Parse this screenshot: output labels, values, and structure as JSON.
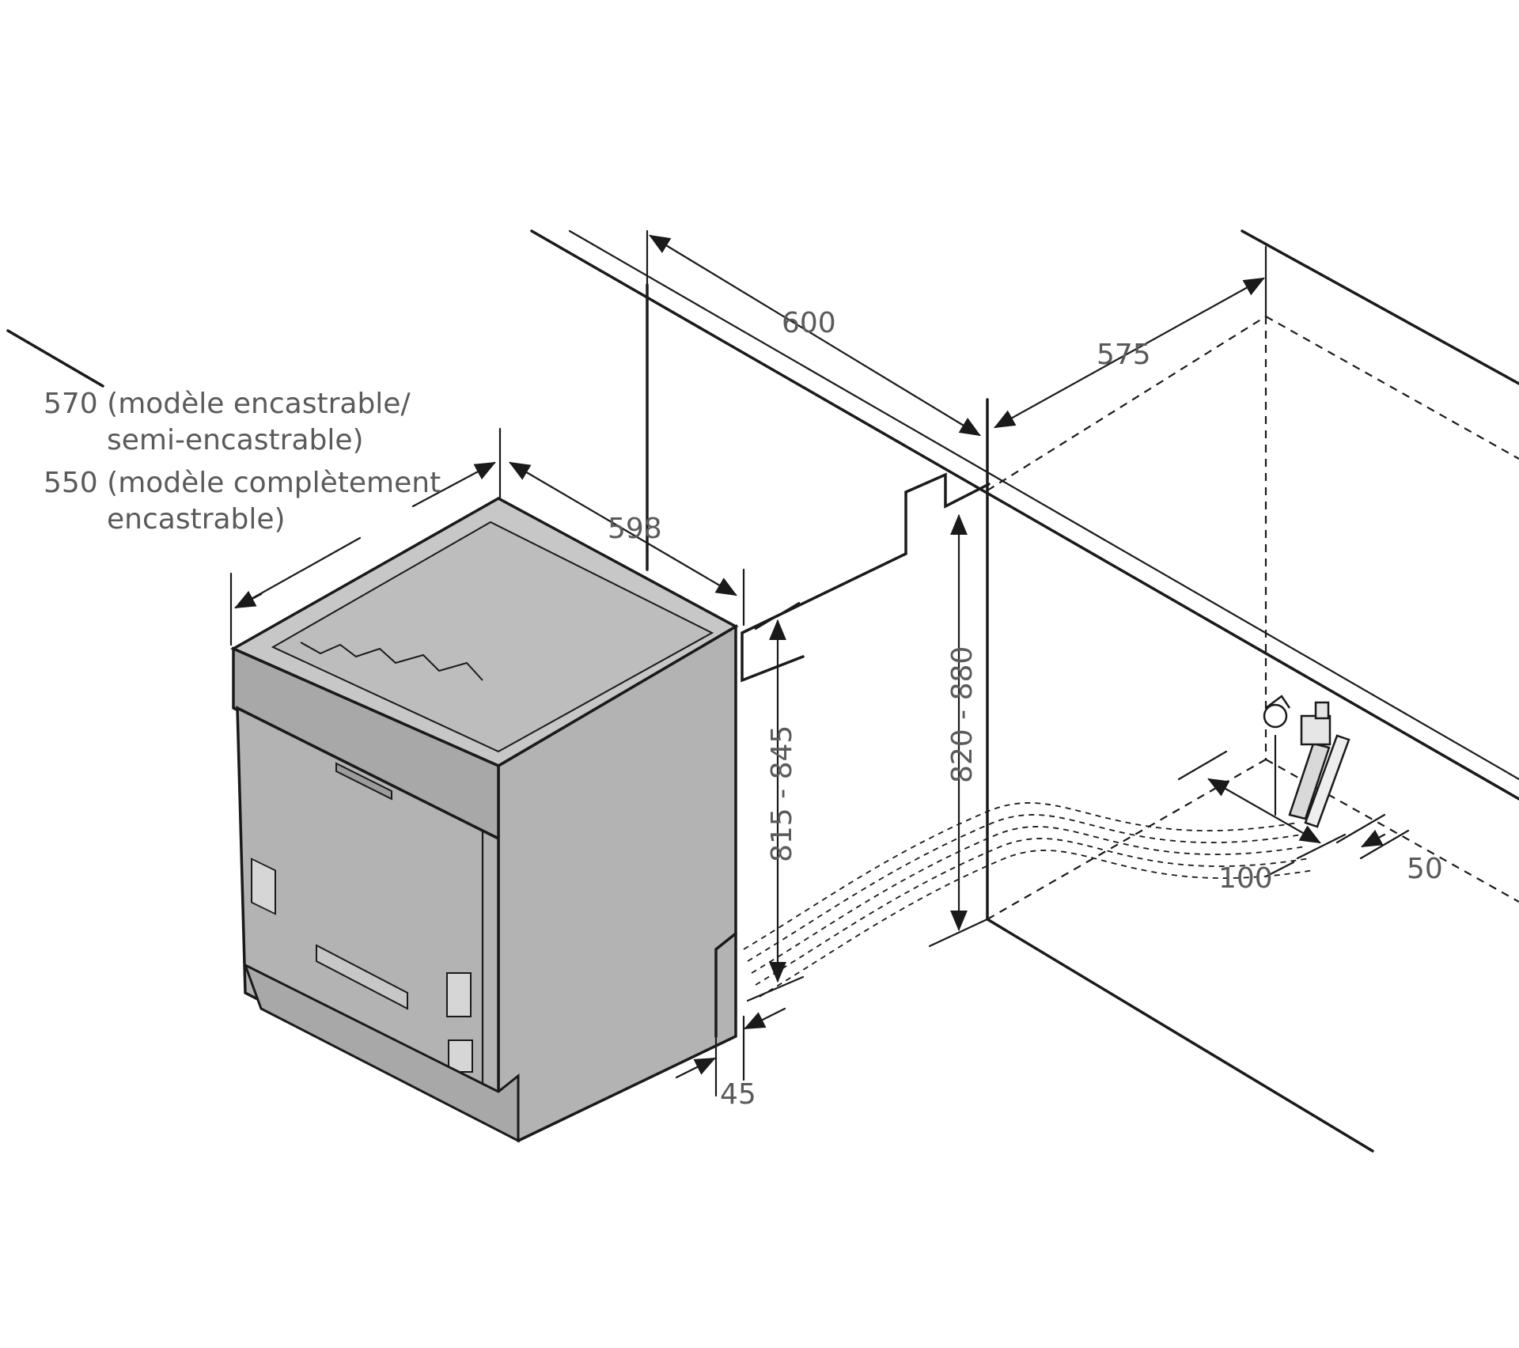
{
  "labels": {
    "depth_line1": "570 (modèle encastrable/",
    "depth_line2": "semi-encastrable)",
    "depth_line3": "550 (modèle complètement",
    "depth_line4": "encastrable)",
    "width_598": "598",
    "width_600": "600",
    "depth_575": "575",
    "height_815_845": "815 - 845",
    "height_820_880": "820 - 880",
    "plinth_45": "45",
    "offset_100": "100",
    "offset_50": "50"
  },
  "colors": {
    "line": "#1a1a1a",
    "appliance_fill": "#b3b3b3",
    "appliance_light": "#c7c7c7",
    "appliance_dark": "#9c9c9c",
    "text": "#5a5a5a"
  }
}
